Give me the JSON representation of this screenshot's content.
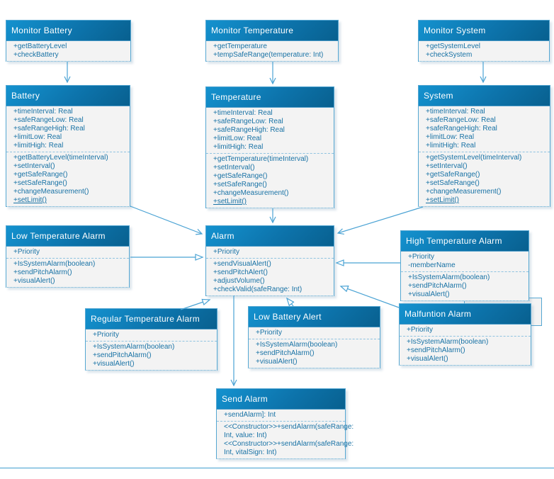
{
  "colors": {
    "header_gradient_start": "#1492cf",
    "header_gradient_end": "#08608f",
    "box_border": "#55a7d2",
    "body_background": "#f3f3f3",
    "body_text": "#1872a5",
    "connector": "#4ba3d4"
  },
  "classes": {
    "monitor_battery": {
      "title": "Monitor Battery",
      "methods": [
        "+getBatteryLevel",
        "+checkBattery"
      ]
    },
    "monitor_temperature": {
      "title": "Monitor Temperature",
      "methods": [
        "+getTemperature",
        "+tempSafeRange(temperature: Int)"
      ]
    },
    "monitor_system": {
      "title": "Monitor System",
      "methods": [
        "+getSystemLevel",
        "+checkSystem"
      ]
    },
    "battery": {
      "title": "Battery",
      "attributes": [
        "+timeInterval: Real",
        "+safeRangeLow: Real",
        "+safeRangeHigh: Real",
        "+limitLow: Real",
        "+limitHigh: Real"
      ],
      "methods": [
        "+getBatteryLevel(timeInterval)",
        "+setInterval()",
        "+getSafeRange()",
        "+setSafeRange()",
        "+changeMeasurement()",
        "+setLimit()"
      ]
    },
    "temperature": {
      "title": "Temperature",
      "attributes": [
        "+timeInterval: Real",
        "+safeRangeLow: Real",
        "+safeRangeHigh: Real",
        "+limitLow: Real",
        "+limitHigh: Real"
      ],
      "methods": [
        "+getTemperature(timeInterval)",
        "+setInterval()",
        "+getSafeRange()",
        "+setSafeRange()",
        "+changeMeasurement()",
        "+setLimit()"
      ]
    },
    "system": {
      "title": "System",
      "attributes": [
        "+timeInterval: Real",
        "+safeRangeLow: Real",
        "+safeRangeHigh: Real",
        "+limitLow: Real",
        "+limitHigh: Real"
      ],
      "methods": [
        "+getSystemLevel(timeInterval)",
        "+setInterval()",
        "+getSafeRange()",
        "+setSafeRange()",
        "+changeMeasurement()",
        "+setLimit()"
      ]
    },
    "low_temperature_alarm": {
      "title": "Low Temperature Alarm",
      "attributes": [
        "+Priority"
      ],
      "methods": [
        "+IsSystemAlarm(boolean)",
        "+sendPitchAlarm()",
        "+visualAlert()"
      ]
    },
    "alarm": {
      "title": "Alarm",
      "attributes": [
        "+Priority"
      ],
      "methods": [
        "+sendVisualAlert()",
        "+sendPitchAlert()",
        "+adjustVolume()",
        "+checkValid(safeRange: Int)"
      ]
    },
    "high_temperature_alarm": {
      "title": "High Temperature Alarm",
      "attributes": [
        "+Priority",
        "-memberName"
      ],
      "methods": [
        "+IsSystemAlarm(boolean)",
        "+sendPitchAlarm()",
        "+visualAlert()"
      ]
    },
    "regular_temperature_alarm": {
      "title": "Regular Temperature Alarm",
      "attributes": [
        "+Priority"
      ],
      "methods": [
        "+IsSystemAlarm(boolean)",
        "+sendPitchAlarm()",
        "+visualAlert()"
      ]
    },
    "low_battery_alert": {
      "title": "Low Battery Alert",
      "attributes": [
        "+Priority"
      ],
      "methods": [
        "+IsSystemAlarm(boolean)",
        "+sendPitchAlarm()",
        "+visualAlert()"
      ]
    },
    "malfunction_alarm": {
      "title": "Malfuntion Alarm",
      "attributes": [
        "+Priority"
      ],
      "methods": [
        "+IsSystemAlarm(boolean)",
        "+sendPitchAlarm()",
        "+visualAlert()"
      ]
    },
    "send_alarm": {
      "title": "Send Alarm",
      "attributes": [
        "+sendAlarm]: Int"
      ],
      "methods": [
        "<<Constructor>>+sendAlarm(safeRange: Int, value: Int)",
        "<<Constructor>>+sendAlarm(safeRange: Int, vitalSign: Int)"
      ]
    }
  }
}
